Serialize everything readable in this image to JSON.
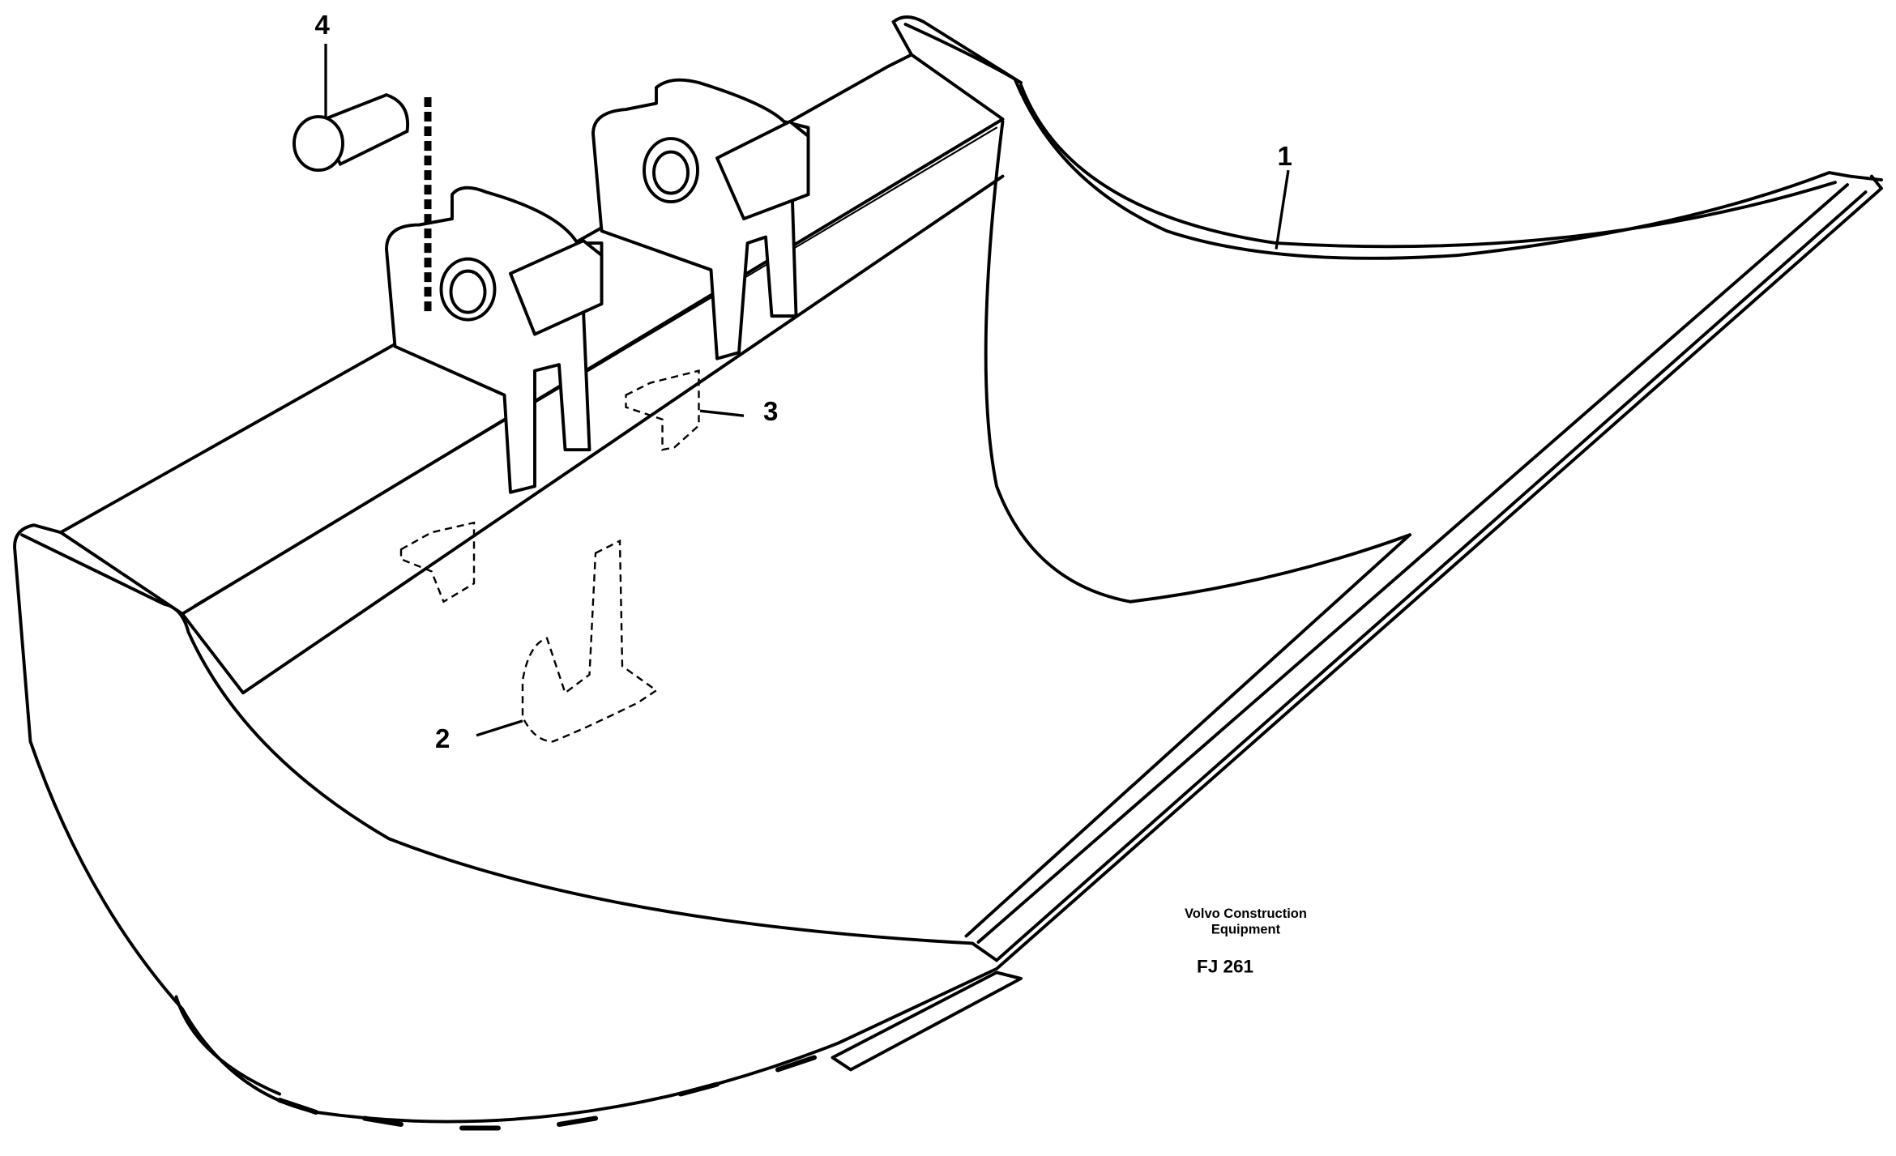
{
  "callouts": [
    {
      "id": "1",
      "label": "1"
    },
    {
      "id": "2",
      "label": "2"
    },
    {
      "id": "3",
      "label": "3"
    },
    {
      "id": "4",
      "label": "4"
    }
  ],
  "credit": {
    "line1": "Volvo Construction",
    "line2": "Equipment"
  },
  "figure_code": "FJ 261",
  "colors": {
    "ink": "#000000",
    "paper": "#ffffff"
  }
}
